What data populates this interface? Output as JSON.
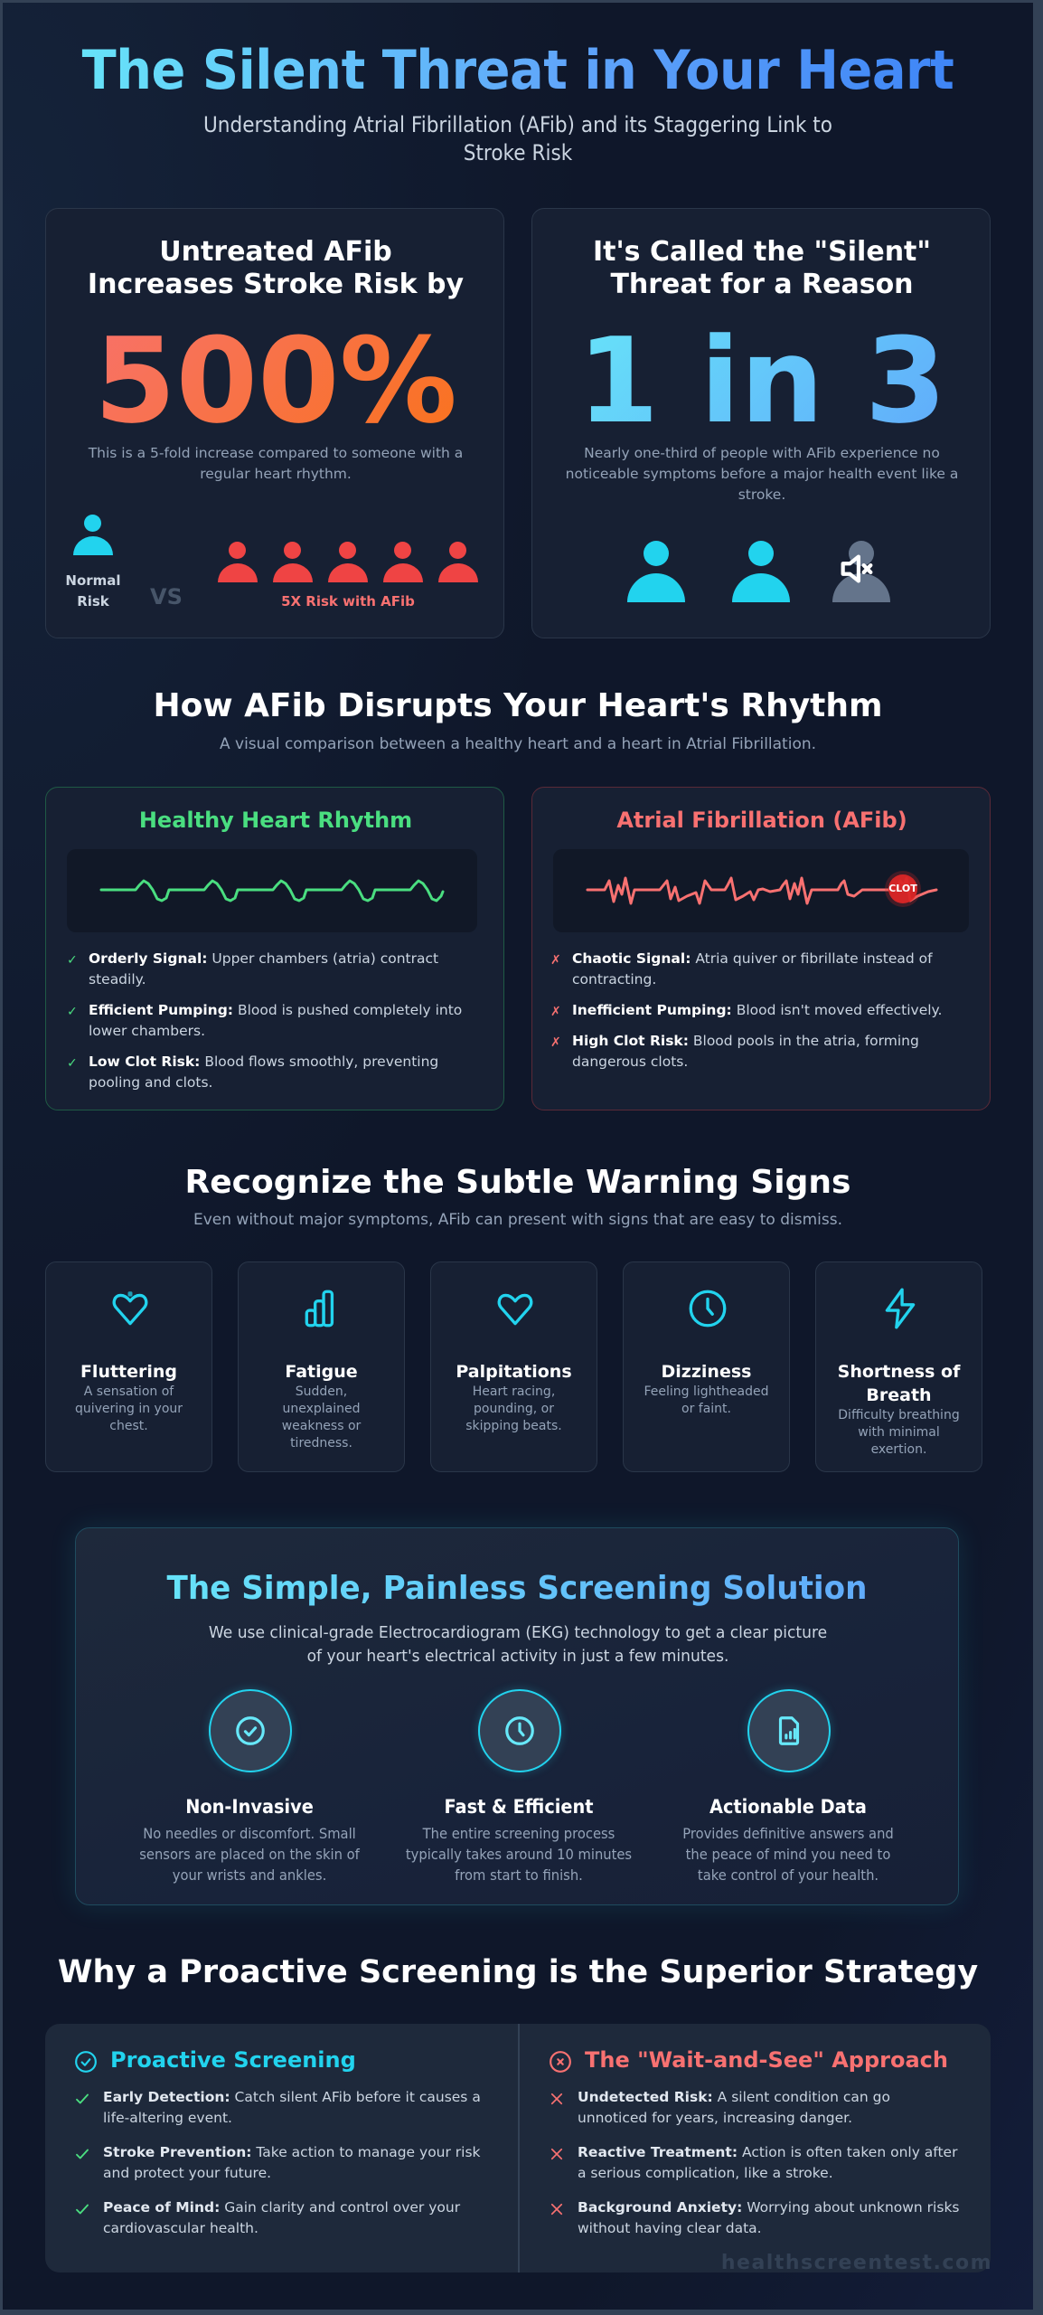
{
  "header": {
    "title": "The Silent Threat in Your Heart",
    "subtitle": "Understanding Atrial Fibrillation (AFib) and its Staggering Link to Stroke Risk"
  },
  "stats": {
    "risk_card": {
      "title": "Untreated AFib Increases Stroke Risk by",
      "value": "500%",
      "description": "This is a 5-fold increase compared to someone with a regular heart rhythm.",
      "normal_label": "Normal Risk",
      "vs_label": "VS",
      "afib_label": "5X Risk with AFib",
      "normal_color": "#22d3ee",
      "afib_color": "#ef4444",
      "afib_people_count": 5
    },
    "silent_card": {
      "title": "It's Called the \"Silent\" Threat for a Reason",
      "value": "1 in 3",
      "description": "Nearly one-third of people with AFib experience no noticeable symptoms before a major health event like a stroke.",
      "people": [
        "person-icon",
        "person-icon",
        "person-muted-icon"
      ]
    }
  },
  "rhythm_section": {
    "title": "How AFib Disrupts Your Heart's Rhythm",
    "subtitle": "A visual comparison between a healthy heart and a heart in Atrial Fibrillation.",
    "healthy": {
      "title": "Healthy Heart Rhythm",
      "color": "#4ade80",
      "items": [
        {
          "label": "Orderly Signal:",
          "text": "Upper chambers (atria) contract steadily."
        },
        {
          "label": "Efficient Pumping:",
          "text": "Blood is pushed completely into lower chambers."
        },
        {
          "label": "Low Clot Risk:",
          "text": "Blood flows smoothly, preventing pooling and clots."
        }
      ]
    },
    "afib": {
      "title": "Atrial Fibrillation (AFib)",
      "color": "#f87171",
      "clot_label": "CLOT",
      "items": [
        {
          "label": "Chaotic Signal:",
          "text": "Atria quiver or fibrillate instead of contracting."
        },
        {
          "label": "Inefficient Pumping:",
          "text": "Blood isn't moved effectively."
        },
        {
          "label": "High Clot Risk:",
          "text": "Blood pools in the atria, forming dangerous clots."
        }
      ]
    }
  },
  "signs_section": {
    "title": "Recognize the Subtle Warning Signs",
    "subtitle": "Even without major symptoms, AFib can present with signs that are easy to dismiss.",
    "signs": [
      {
        "icon": "heart-flutter-icon",
        "title": "Fluttering",
        "desc": "A sensation of quivering in your chest."
      },
      {
        "icon": "bar-chart-icon",
        "title": "Fatigue",
        "desc": "Sudden, unexplained weakness or tiredness."
      },
      {
        "icon": "heart-icon",
        "title": "Palpitations",
        "desc": "Heart racing, pounding, or skipping beats."
      },
      {
        "icon": "clock-icon",
        "title": "Dizziness",
        "desc": "Feeling lightheaded or faint."
      },
      {
        "icon": "lightning-icon",
        "title": "Shortness of Breath",
        "desc": "Difficulty breathing with minimal exertion."
      }
    ]
  },
  "screening": {
    "title": "The Simple, Painless Screening Solution",
    "description": "We use clinical-grade Electrocardiogram (EKG) technology to get a clear picture of your heart's electrical activity in just a few minutes.",
    "benefits": [
      {
        "icon": "check-circle-icon",
        "title": "Non-Invasive",
        "desc": "No needles or discomfort. Small sensors are placed on the skin of your wrists and ankles."
      },
      {
        "icon": "clock-icon",
        "title": "Fast & Efficient",
        "desc": "The entire screening process typically takes around 10 minutes from start to finish."
      },
      {
        "icon": "document-chart-icon",
        "title": "Actionable Data",
        "desc": "Provides definitive answers and the peace of mind you need to take control of your health."
      }
    ]
  },
  "comparison": {
    "title": "Why a Proactive Screening is the Superior Strategy",
    "proactive": {
      "title": "Proactive Screening",
      "color": "#22d3ee",
      "items": [
        {
          "label": "Early Detection:",
          "text": "Catch silent AFib before it causes a life-altering event."
        },
        {
          "label": "Stroke Prevention:",
          "text": "Take action to manage your risk and protect your future."
        },
        {
          "label": "Peace of Mind:",
          "text": "Gain clarity and control over your cardiovascular health."
        }
      ]
    },
    "wait": {
      "title": "The \"Wait-and-See\" Approach",
      "color": "#f87171",
      "items": [
        {
          "label": "Undetected Risk:",
          "text": "A silent condition can go unnoticed for years, increasing danger."
        },
        {
          "label": "Reactive Treatment:",
          "text": "Action is often taken only after a serious complication, like a stroke."
        },
        {
          "label": "Background Anxiety:",
          "text": "Worrying about unknown risks without having clear data."
        }
      ]
    }
  },
  "footer": {
    "watermark": "healthscreentest.com"
  }
}
